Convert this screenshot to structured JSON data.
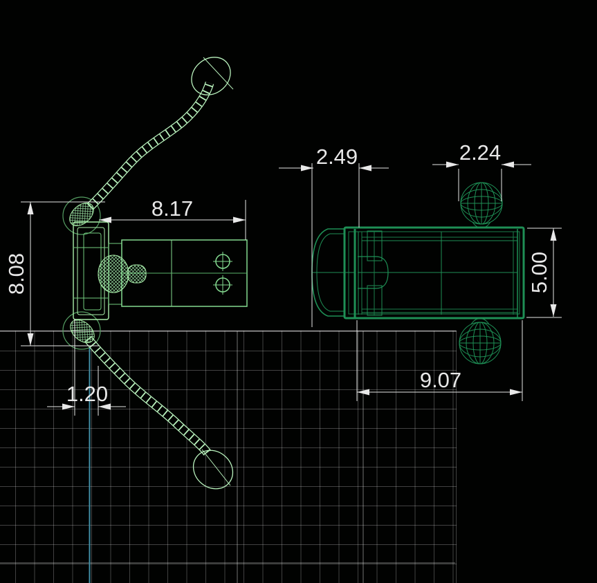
{
  "app": {
    "view_type": "cad-model-space"
  },
  "dimensions": {
    "side_length": "8.17",
    "side_height": "8.08",
    "side_offset": "1.20",
    "top_cap_depth": "2.49",
    "top_knob_width": "2.24",
    "top_body_width": "5.00",
    "top_body_length": "9.07"
  },
  "colors": {
    "background": "#010201",
    "side_view_green": "#aaefaa",
    "top_view_green": "#1e8f55",
    "dimension_white": "#e8e8e8",
    "grid_gray": "#404040",
    "construction_cyan": "#4190a8"
  }
}
